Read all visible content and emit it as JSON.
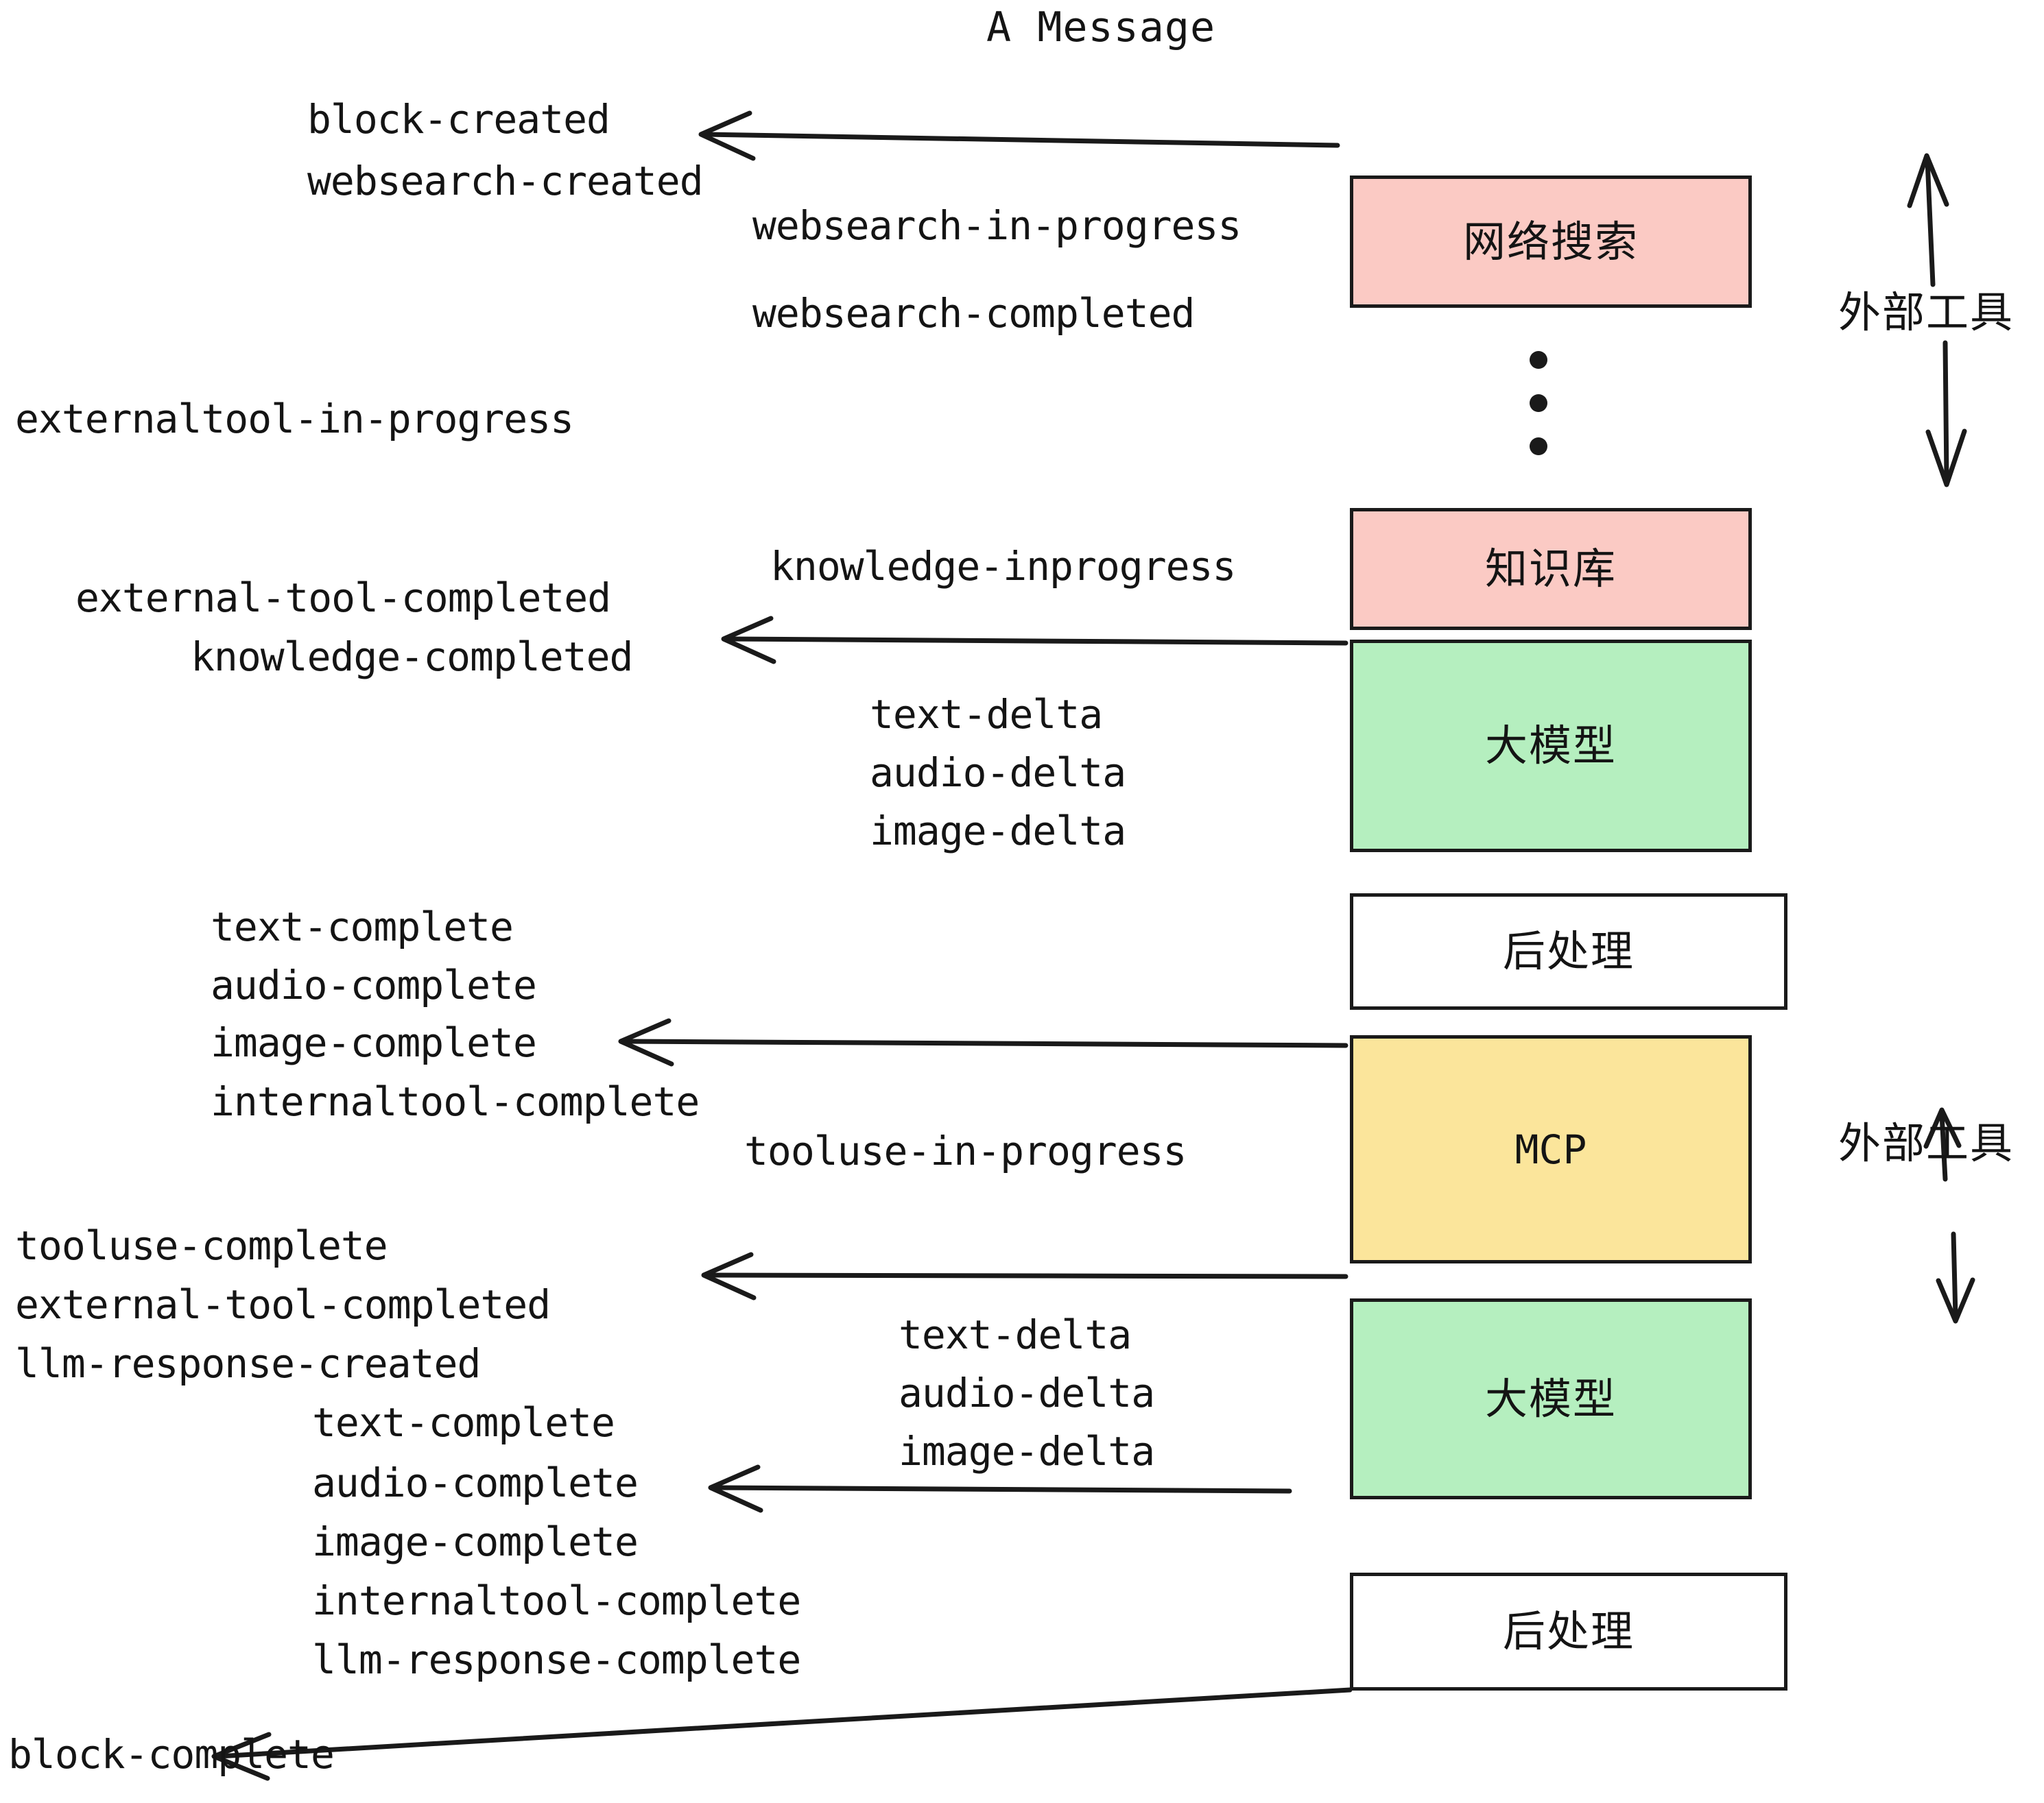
{
  "title": "A Message",
  "colors": {
    "pink": "#fbcac4",
    "green": "#b5efbf",
    "yellow": "#fbe59b",
    "white": "#ffffff",
    "stroke": "#1a1a1a",
    "text": "#141414",
    "background": "#ffffff"
  },
  "boxes": [
    {
      "id": "websearch",
      "label": "网络搜索",
      "fill": "pink",
      "mono": false
    },
    {
      "id": "knowledge",
      "label": "知识库",
      "fill": "pink",
      "mono": false
    },
    {
      "id": "llm-top",
      "label": "大模型",
      "fill": "green",
      "mono": false
    },
    {
      "id": "postproc-top",
      "label": "后处理",
      "fill": "white",
      "mono": false
    },
    {
      "id": "mcp",
      "label": "MCP",
      "fill": "yellow",
      "mono": true
    },
    {
      "id": "llm-bottom",
      "label": "大模型",
      "fill": "green",
      "mono": false
    },
    {
      "id": "postproc-bottom",
      "label": "后处理",
      "fill": "white",
      "mono": false
    }
  ],
  "side_labels": [
    {
      "id": "external-tools-top",
      "label": "外部工具"
    },
    {
      "id": "external-tools-bottom",
      "label": "外部工具"
    }
  ],
  "events": {
    "block_created": "block-created",
    "websearch_created": "websearch-created",
    "websearch_in_progress": "websearch-in-progress",
    "websearch_completed": "websearch-completed",
    "externaltool_in_progress": "externaltool-in-progress",
    "knowledge_inprogress": "knowledge-inprogress",
    "external_tool_completed_1": "external-tool-completed",
    "knowledge_completed": "knowledge-completed",
    "text_delta_1": "text-delta",
    "audio_delta_1": "audio-delta",
    "image_delta_1": "image-delta",
    "text_complete_1": "text-complete",
    "audio_complete_1": "audio-complete",
    "image_complete_1": "image-complete",
    "internaltool_complete_1": "internaltool-complete",
    "tooluse_in_progress": "tooluse-in-progress",
    "tooluse_complete": "tooluse-complete",
    "external_tool_completed_2": "external-tool-completed",
    "llm_response_created": "llm-response-created",
    "text_delta_2": "text-delta",
    "audio_delta_2": "audio-delta",
    "image_delta_2": "image-delta",
    "text_complete_2": "text-complete",
    "audio_complete_2": "audio-complete",
    "image_complete_2": "image-complete",
    "internaltool_complete_2": "internaltool-complete",
    "llm_response_complete": "llm-response-complete",
    "block_complete": "block-complete"
  }
}
